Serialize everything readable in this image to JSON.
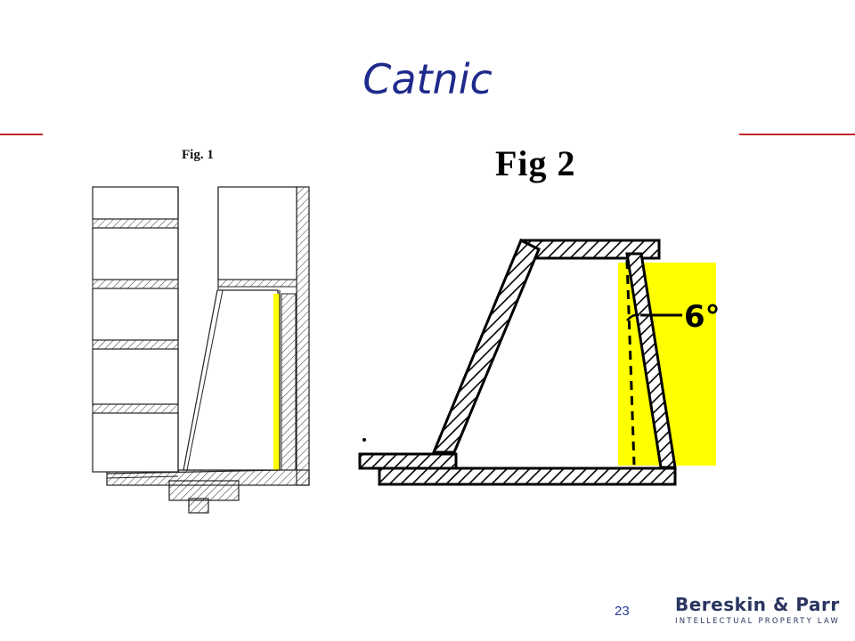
{
  "slide": {
    "title": "Catnic",
    "page_number": "23",
    "accent_color": "#c0262c",
    "title_color": "#1f2a8c",
    "highlight_color": "#ffff00"
  },
  "figure1": {
    "label": "Fig.  1"
  },
  "figure2": {
    "label": "Fig 2",
    "angle_label": "6°"
  },
  "logo": {
    "name": "Bereskin & Parr",
    "tagline": "INTELLECTUAL PROPERTY LAW"
  }
}
